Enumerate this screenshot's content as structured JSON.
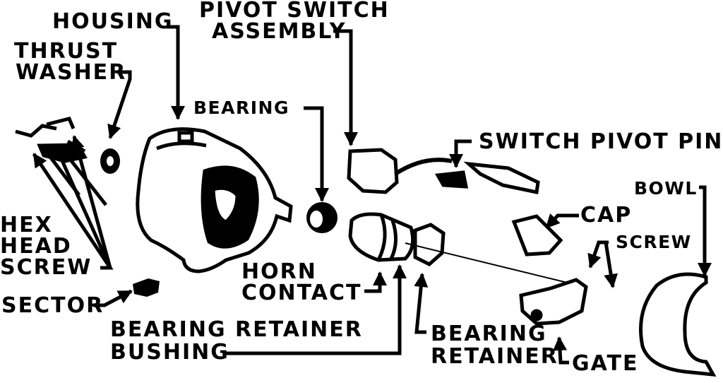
{
  "diagram": {
    "ink_color": "#000000",
    "paper_color": "#ffffff",
    "labels": {
      "housing": "HOUSING",
      "pivot_switch_1": "PIVOT SWITCH",
      "pivot_switch_2": "ASSEMBLY",
      "thrust_1": "THRUST",
      "thrust_2": "WASHER",
      "bearing": "BEARING",
      "switch_pivot_pin": "SWITCH PIVOT PIN",
      "bowl": "BOWL",
      "cap": "CAP",
      "screw": "SCREW",
      "hex_1": "HEX",
      "hex_2": "HEAD",
      "hex_3": "SCREW",
      "horn_1": "HORN",
      "horn_2": "CONTACT",
      "sector": "SECTOR",
      "brb_1": "BEARING RETAINER",
      "brb_2": "BUSHING",
      "br_1": "BEARING",
      "br_2": "RETAINER",
      "gate": "GATE"
    }
  }
}
